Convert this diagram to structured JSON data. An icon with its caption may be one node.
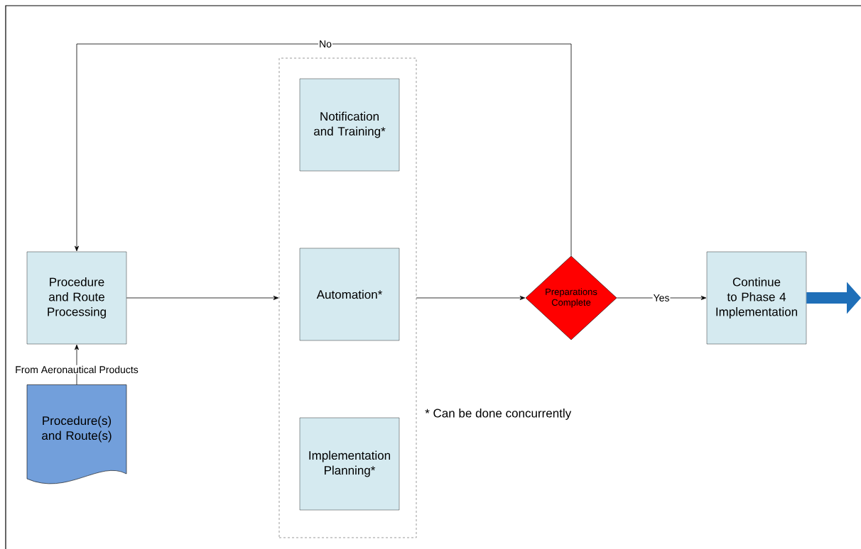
{
  "diagram": {
    "nodes": [
      {
        "text": [
          "Procedure and Route Processing"
        ]
      },
      {
        "text": [],
        "shape": "box"
      },
      {
        "text": [
          "Notification and Training*"
        ],
        "in": 1
      },
      {
        "text": [
          "Automation*"
        ],
        "in": 1
      },
      {
        "text": [
          "Implementation Planning*"
        ],
        "in": 1
      },
      {
        "text": [
          "Preparations Complete"
        ]
      },
      {
        "text": [
          "Continue to Phase 4 Implementation"
        ]
      },
      {
        "text": [
          "Procedure(s) and Route(s)"
        ]
      }
    ],
    "edges": [
      {
        "from": 0,
        "to": 1,
        "arrow": "to"
      },
      {
        "from": 1,
        "to": 5,
        "arrow": "to"
      },
      {
        "from": 5,
        "to": 6,
        "arrow": "to",
        "label": "Yes"
      },
      {
        "from": 5,
        "to": 0,
        "arrow": "to",
        "label": "No"
      },
      {
        "from": 7,
        "to": 0,
        "arrow": "to",
        "label": "From Aeronautical Products"
      },
      {
        "from": 6,
        "to": null,
        "arrow": "to",
        "style": "thick",
        "color": "#1f6fb8"
      }
    ],
    "labels": [
      "* Can be done concurrently"
    ]
  }
}
